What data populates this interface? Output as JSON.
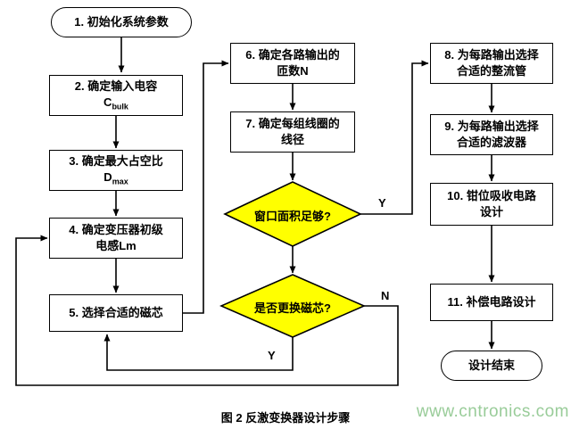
{
  "caption": "图 2  反激变换器设计步骤",
  "watermark": "www.cntronics.com",
  "colors": {
    "diamond_fill": "#ffff00",
    "watermark_color": "#99cc99",
    "stroke": "#000000"
  },
  "nodes": {
    "start": {
      "label": "1. 初始化系统参数"
    },
    "s2": {
      "line1": "2. 确定输入电容",
      "sym": "C",
      "sub": "bulk"
    },
    "s3": {
      "line1": "3. 确定最大占空比",
      "sym": "D",
      "sub": "max"
    },
    "s4": {
      "line1": "4. 确定变压器初级",
      "line2": "电感Lm"
    },
    "s5": {
      "label": "5. 选择合适的磁芯"
    },
    "s6": {
      "line1": "6. 确定各路输出的",
      "line2": "匝数N"
    },
    "s7": {
      "line1": "7. 确定每组线圈的",
      "line2": "线径"
    },
    "d1": {
      "label": "窗口面积足够?"
    },
    "d2": {
      "label": "是否更换磁芯?"
    },
    "s8": {
      "line1": "8. 为每路输出选择",
      "line2": "合适的整流管"
    },
    "s9": {
      "line1": "9. 为每路输出选择",
      "line2": "合适的滤波器"
    },
    "s10": {
      "line1": "10. 钳位吸收电路",
      "line2": "设计"
    },
    "s11": {
      "label": "11. 补偿电路设计"
    },
    "end": {
      "label": "设计结束"
    }
  },
  "edge_labels": {
    "decision1_yes": "Y",
    "decision2_yes": "Y",
    "decision2_no": "N"
  }
}
